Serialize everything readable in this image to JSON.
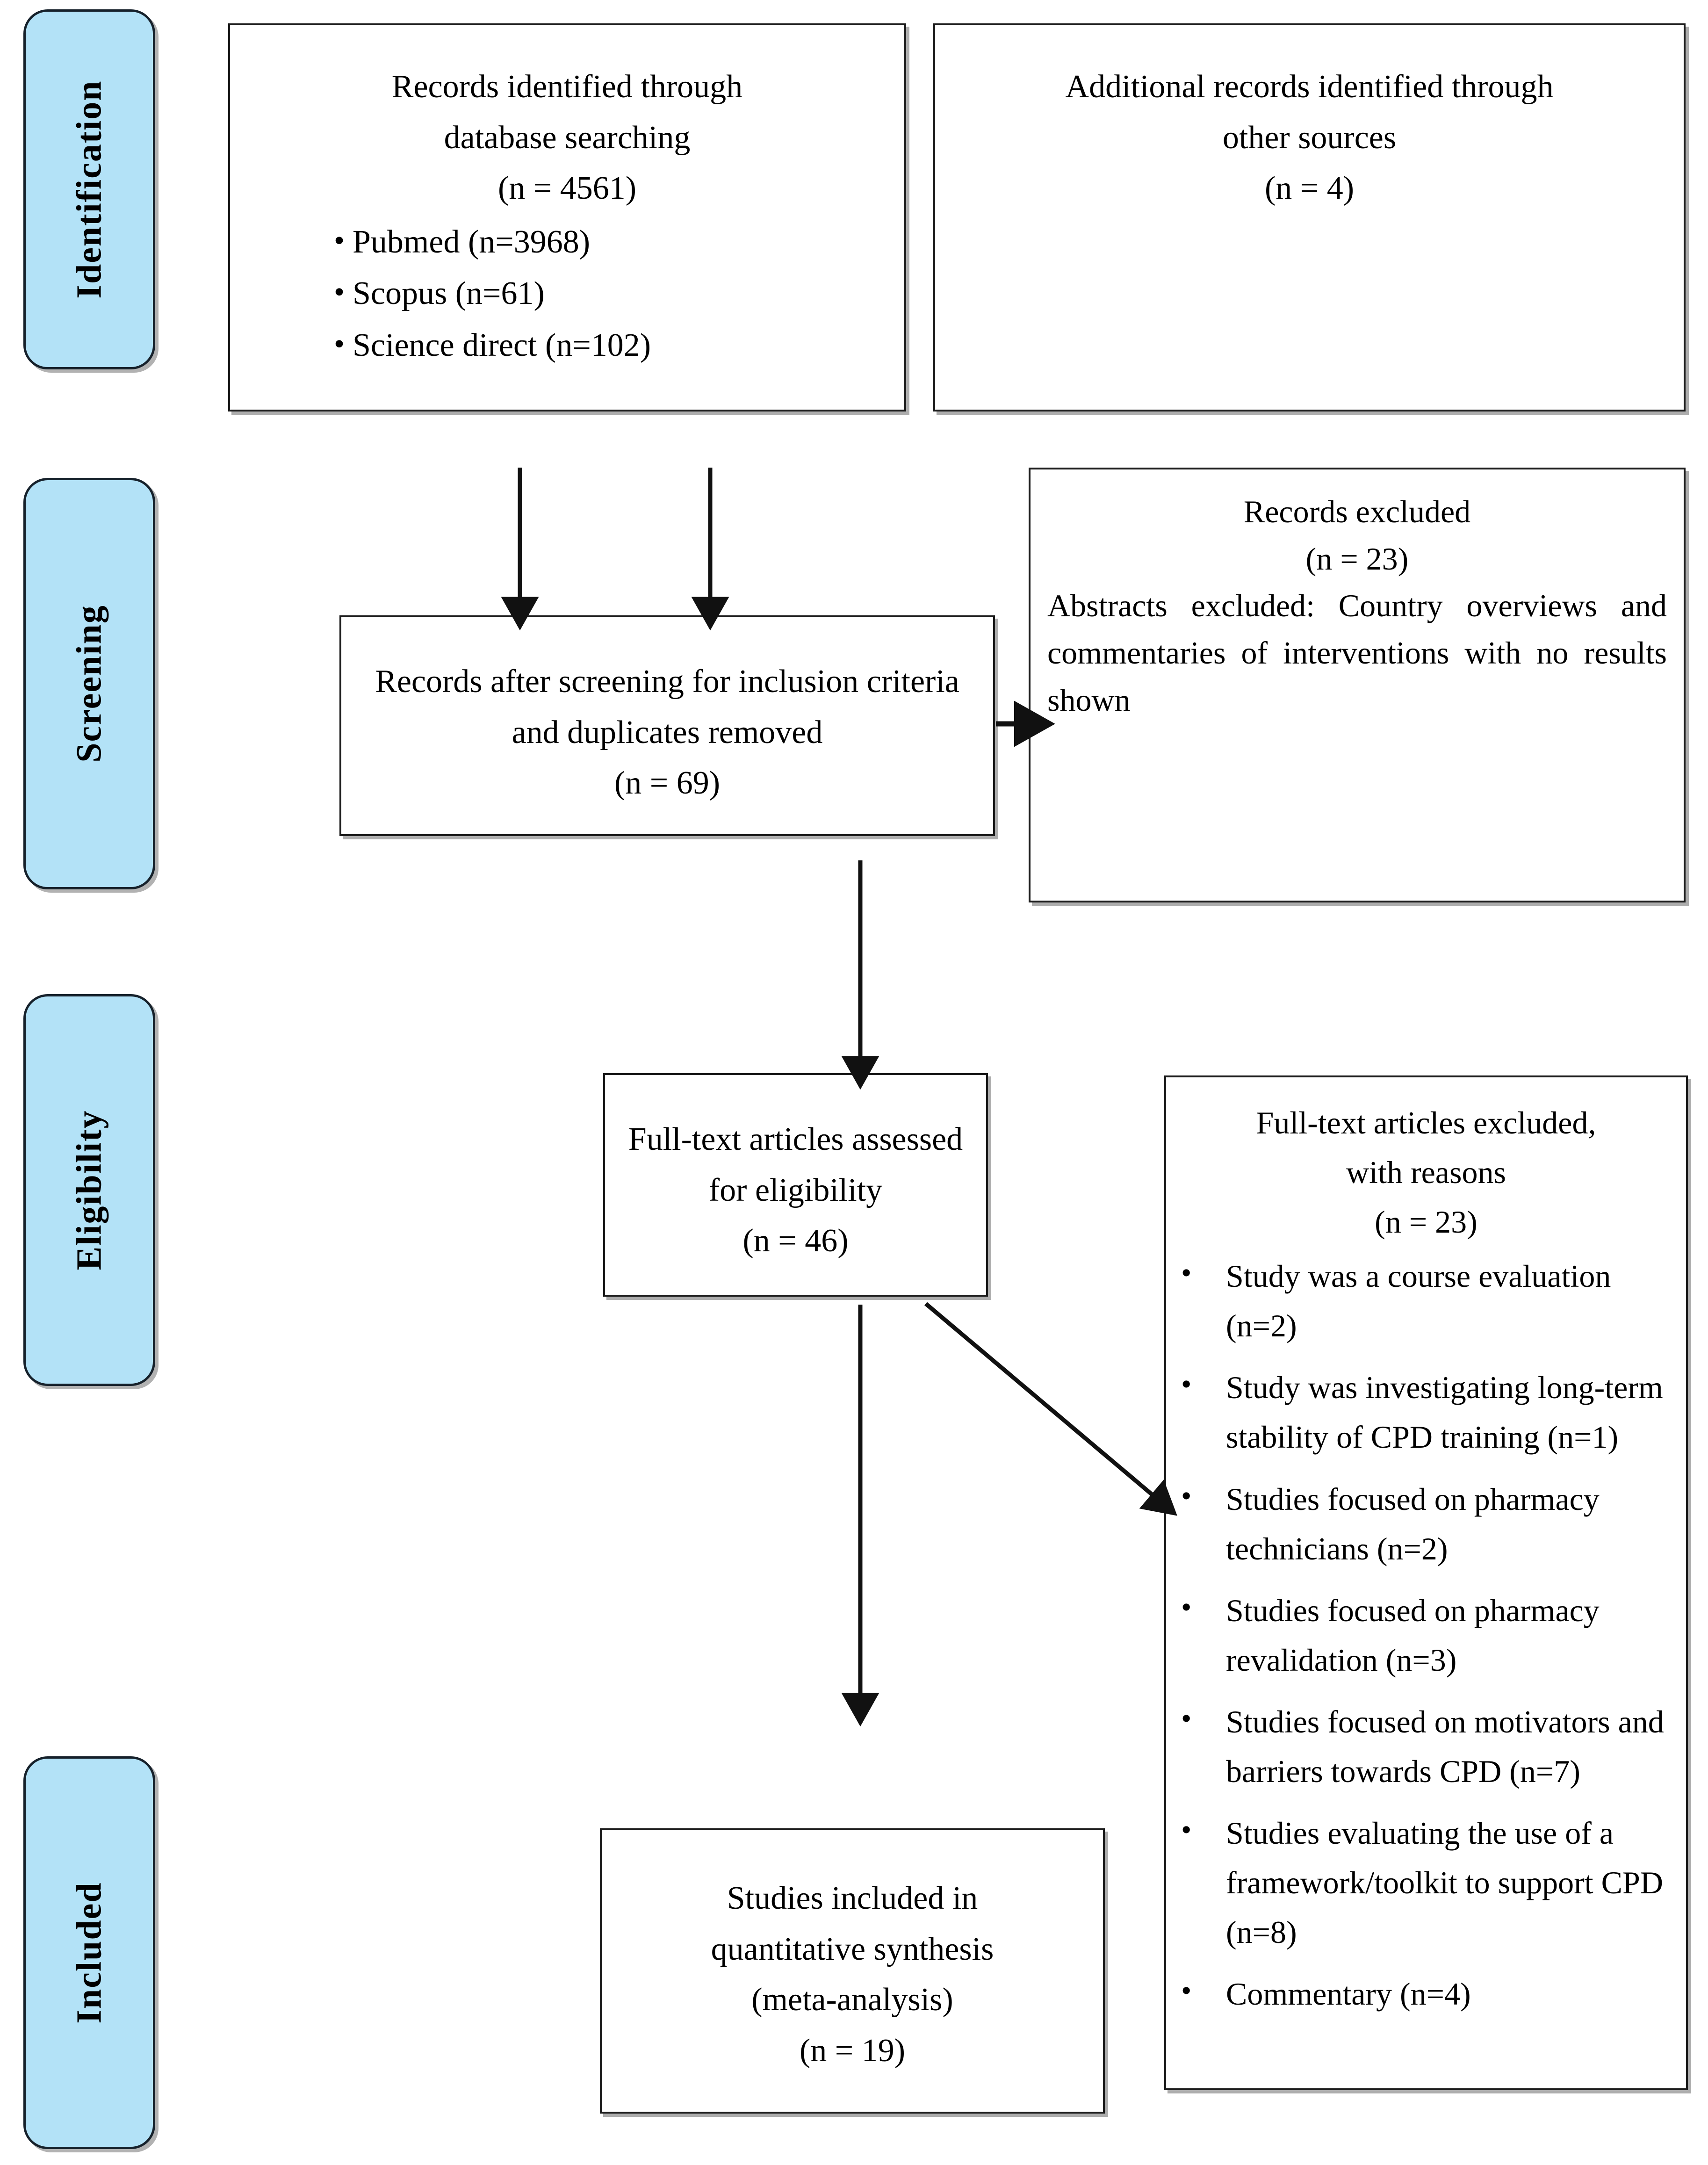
{
  "diagram": {
    "type": "prisma-flow-diagram",
    "stages": [
      {
        "id": "identification",
        "label": "Identification"
      },
      {
        "id": "screening",
        "label": "Screening"
      },
      {
        "id": "eligibility",
        "label": "Eligibility"
      },
      {
        "id": "included",
        "label": "Included"
      }
    ],
    "accent_color": "#b3e2f7",
    "border_color": "#1b1b1b",
    "boxes": {
      "records_identified": {
        "line1": "Records identified through",
        "line2": "database searching",
        "line3": "(n = 4561)",
        "sources": [
          "Pubmed (n=3968)",
          "Scopus (n=61)",
          "Science direct (n=102)"
        ]
      },
      "additional_records": {
        "line1": "Additional records identified through",
        "line2": "other sources",
        "line3": "(n = 4)"
      },
      "records_after_screening": {
        "line1": "Records after screening for inclusion criteria",
        "line2": "and duplicates removed",
        "line3": "(n = 69)"
      },
      "records_excluded": {
        "line1": "Records excluded",
        "line2": "(n = 23)",
        "body": "Abstracts excluded: Country overviews and commentaries of interventions with no results shown"
      },
      "fulltext_assessed": {
        "line1": "Full-text articles assessed",
        "line2": "for eligibility",
        "line3": "(n = 46)"
      },
      "fulltext_excluded": {
        "line1": "Full-text articles excluded,",
        "line2": "with reasons",
        "line3": "(n = 23)",
        "reasons": [
          "Study was a course evaluation (n=2)",
          "Study was investigating long-term stability of CPD training (n=1)",
          "Studies focused on pharmacy technicians (n=2)",
          "Studies focused on pharmacy revalidation (n=3)",
          "Studies focused on motivators and barriers towards CPD (n=7)",
          "Studies evaluating the use of a framework/toolkit to support CPD (n=8)",
          "Commentary (n=4)"
        ]
      },
      "studies_included": {
        "line1": "Studies included in",
        "line2": "quantitative synthesis",
        "line3": "(meta-analysis)",
        "line4": "(n = 19)"
      }
    }
  }
}
